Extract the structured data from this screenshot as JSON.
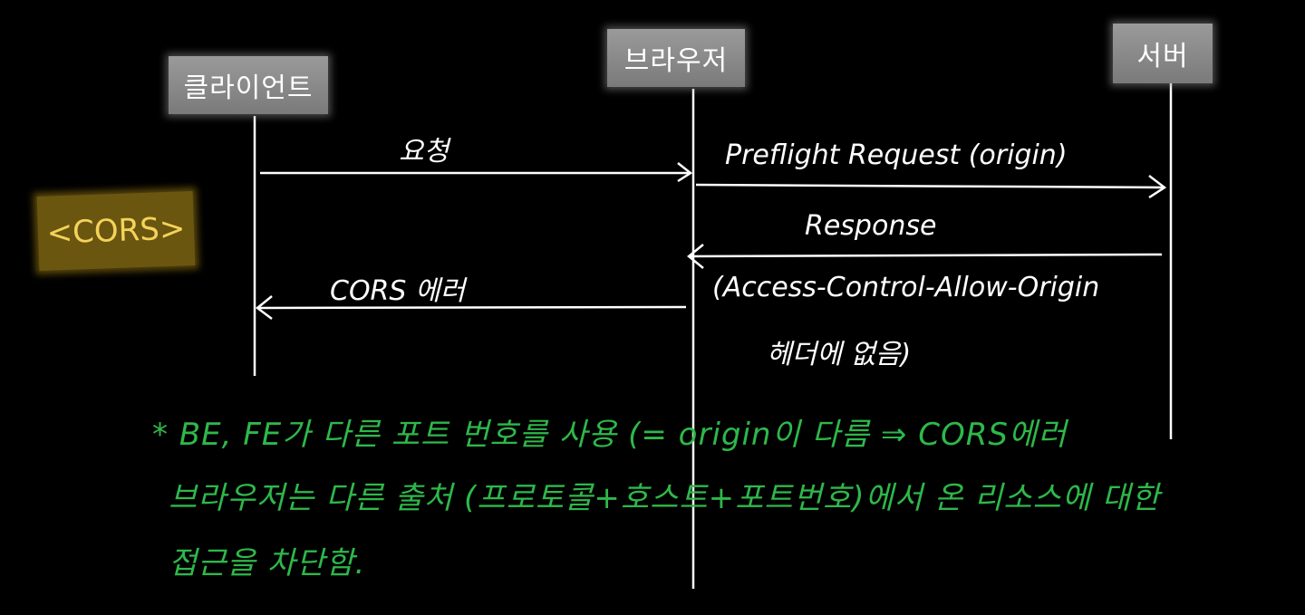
{
  "actors": {
    "client": "클라이언트",
    "browser": "브라우저",
    "server": "서버"
  },
  "tag": "<CORS>",
  "messages": {
    "request": "요청",
    "preflight": "Preflight Request (origin)",
    "response": "Response",
    "response_detail_1": "(Access-Control-Allow-Origin",
    "response_detail_2": "헤더에 없음)",
    "cors_error": "CORS 에러"
  },
  "note": {
    "line1": "* BE, FE가 다른 포트 번호를 사용 (= origin이 다름 ⇒ CORS에러",
    "line2": "브라우저는 다른 출처 (프로토콜+호스트+포트번호)에서 온 리소스에 대한",
    "line3": "접근을 차단함."
  },
  "colors": {
    "background": "#000000",
    "line": "#ffffff",
    "actor_box": "#8a8a8a",
    "tag_box": "#6b5610",
    "tag_text": "#f3d35a",
    "note_text": "#2eb84a"
  }
}
